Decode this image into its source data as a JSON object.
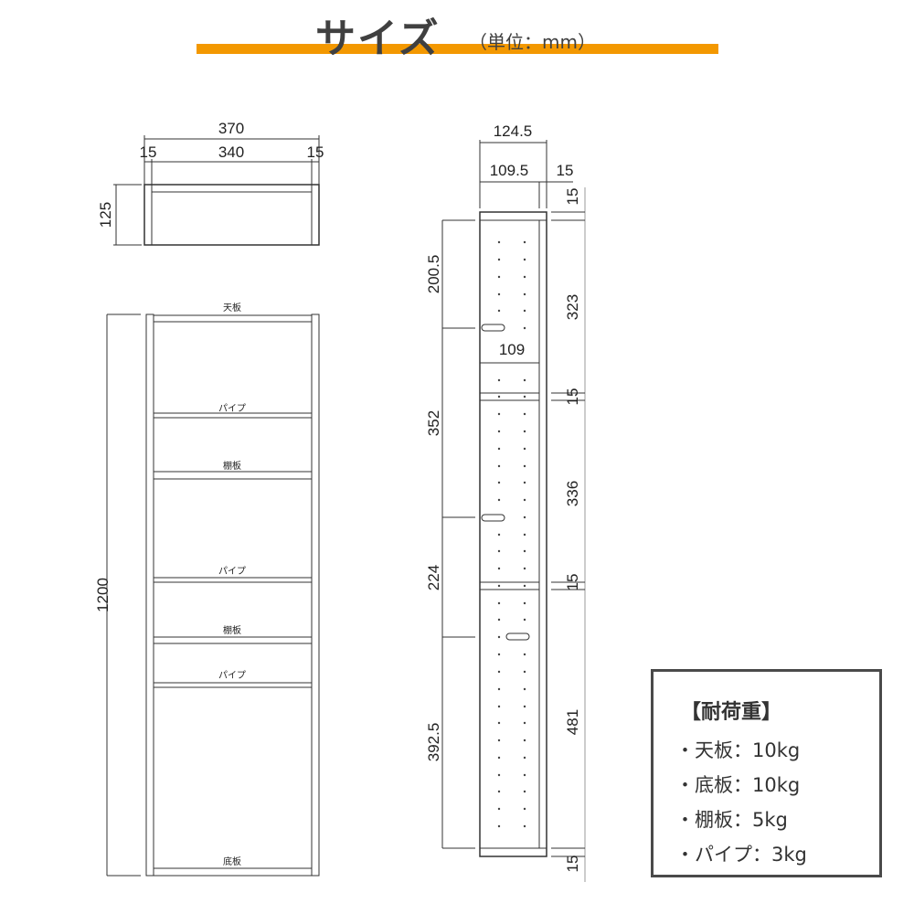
{
  "header": {
    "title": "サイズ",
    "unit": "（単位：mm）",
    "accent_color": "#f39800"
  },
  "top_view": {
    "total_width": "370",
    "side_left": "15",
    "inner_width": "340",
    "side_right": "15",
    "depth": "125"
  },
  "front_view": {
    "height": "1200",
    "labels": {
      "top": "天板",
      "pipe1": "パイプ",
      "shelf1": "棚板",
      "pipe2": "パイプ",
      "shelf2": "棚板",
      "pipe3": "パイプ",
      "bottom": "底板"
    }
  },
  "side_view": {
    "total_depth": "124.5",
    "inner_depth": "109.5",
    "back": "15",
    "top_thickness": "15",
    "left_dims": [
      "200.5",
      "352",
      "224",
      "392.5"
    ],
    "right_dims": [
      "323",
      "15",
      "336",
      "15",
      "481",
      "15"
    ],
    "pipe_depth": "109"
  },
  "load_capacity": {
    "title": "【耐荷重】",
    "items": [
      "・天板：10kg",
      "・底板：10kg",
      "・棚板：5kg",
      "・パイプ：3kg"
    ]
  }
}
